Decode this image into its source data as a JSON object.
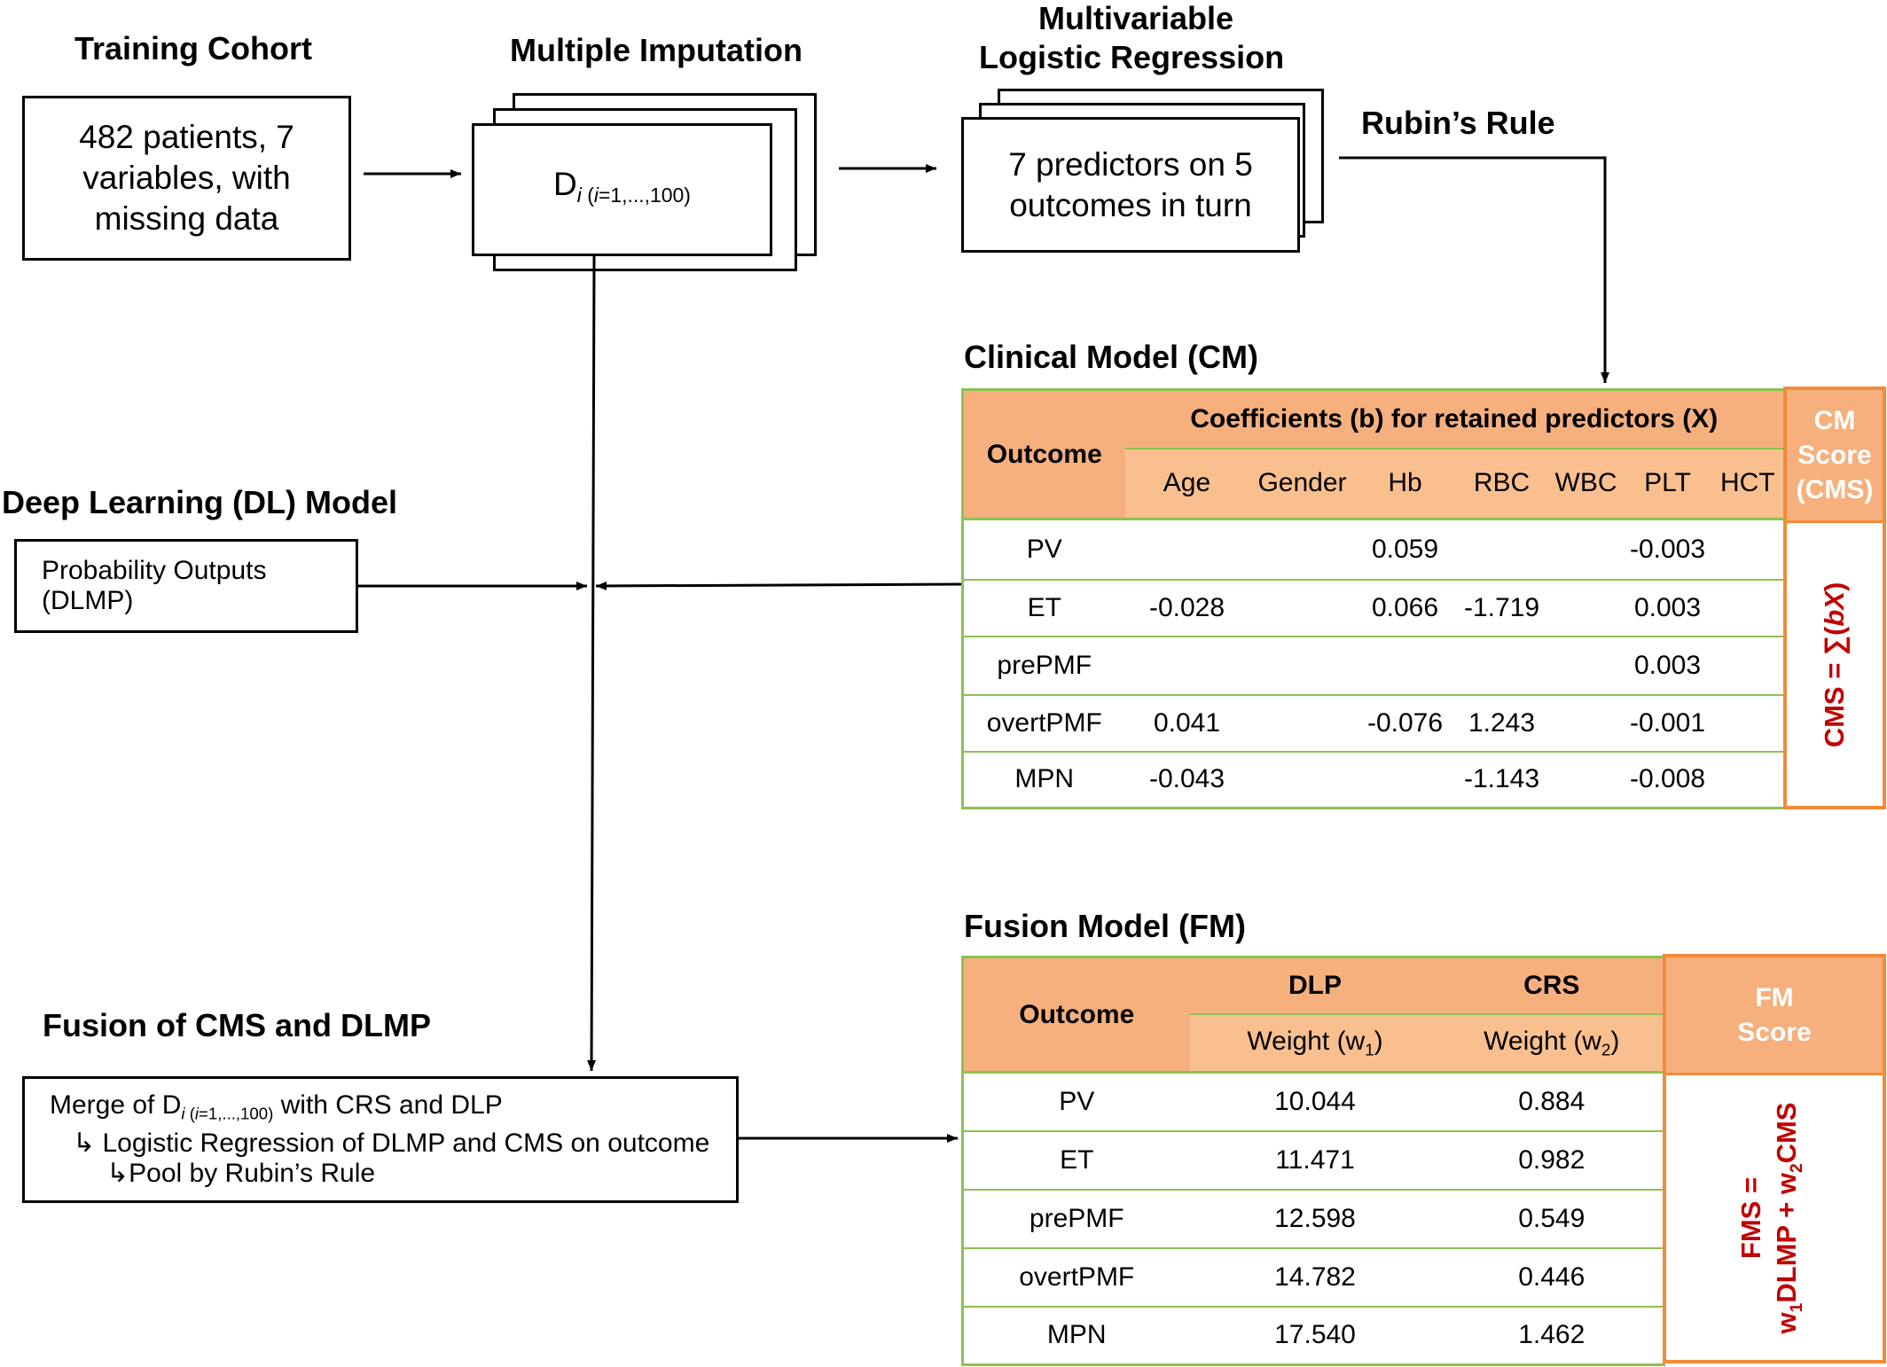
{
  "training": {
    "title": "Training Cohort",
    "text_l1": "482 patients, 7",
    "text_l2": "variables, with",
    "text_l3": "missing data"
  },
  "imputation": {
    "title": "Multiple Imputation",
    "d_main": "D",
    "d_sub_i": "i",
    "d_sub_open": " (",
    "d_sub_i2": "i",
    "d_sub_rest": "=1,...,100)"
  },
  "regression": {
    "title_l1": "Multivariable",
    "title_l2": "Logistic Regression",
    "text_l1": "7 predictors on 5",
    "text_l2": "outcomes in turn"
  },
  "rubin": {
    "title": "Rubin’s Rule"
  },
  "clinical_model": {
    "title": "Clinical Model (CM)",
    "outcome_header": "Outcome",
    "coef_header": "Coefficients (b) for retained predictors (X)",
    "predictors": [
      "Age",
      "Gender",
      "Hb",
      "RBC",
      "WBC",
      "PLT",
      "HCT"
    ],
    "rows": [
      {
        "outcome": "PV",
        "values": [
          "",
          "",
          "0.059",
          "",
          "",
          "-0.003",
          ""
        ]
      },
      {
        "outcome": "ET",
        "values": [
          "-0.028",
          "",
          "0.066",
          "-1.719",
          "",
          "0.003",
          ""
        ]
      },
      {
        "outcome": "prePMF",
        "values": [
          "",
          "",
          "",
          "",
          "",
          "0.003",
          ""
        ]
      },
      {
        "outcome": "overtPMF",
        "values": [
          "0.041",
          "",
          "-0.076",
          "1.243",
          "",
          "-0.001",
          ""
        ]
      },
      {
        "outcome": "MPN",
        "values": [
          "-0.043",
          "",
          "",
          "-1.143",
          "",
          "-0.008",
          ""
        ]
      }
    ],
    "score_l1": "CM",
    "score_l2": "Score",
    "score_l3": "(CMS)",
    "formula_prefix": "CMS = ∑(",
    "formula_var": "bX",
    "formula_suffix": ")"
  },
  "dl_model": {
    "title": "Deep Learning (DL) Model",
    "text_l1": "Probability Outputs",
    "text_l2": "(DLMP)"
  },
  "fusion": {
    "title": "Fusion of CMS and DLMP",
    "l1_pre": "Merge of D",
    "l1_sub_i": "i",
    "l1_sub_open": " (",
    "l1_sub_i2": "i",
    "l1_sub_rest": "=1,...,100)",
    "l1_post": " with CRS and DLP",
    "l2": "↳ Logistic Regression of DLMP and CMS on outcome",
    "l3": "↳Pool by Rubin’s Rule"
  },
  "fusion_model": {
    "title": "Fusion Model (FM)",
    "outcome_header": "Outcome",
    "col1_header": "DLP",
    "col2_header": "CRS",
    "w1_pre": "Weight (w",
    "w1_sub": "1",
    "w2_pre": "Weight (w",
    "w2_sub": "2",
    "w_post": ")",
    "rows": [
      {
        "outcome": "PV",
        "w1": "10.044",
        "w2": "0.884"
      },
      {
        "outcome": "ET",
        "w1": "11.471",
        "w2": "0.982"
      },
      {
        "outcome": "prePMF",
        "w1": "12.598",
        "w2": "0.549"
      },
      {
        "outcome": "overtPMF",
        "w1": "14.782",
        "w2": "0.446"
      },
      {
        "outcome": "MPN",
        "w1": "17.540",
        "w2": "1.462"
      }
    ],
    "score_l1": "FM",
    "score_l2": "Score",
    "formula_l1": "FMS =",
    "formula_w": "w",
    "formula_1": "1",
    "formula_dlmp": "DLMP + w",
    "formula_2": "2",
    "formula_cms": "CMS"
  }
}
